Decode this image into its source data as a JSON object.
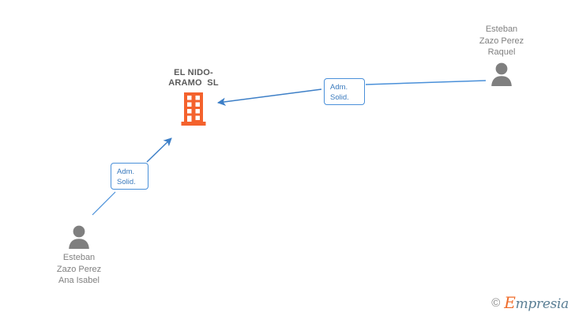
{
  "diagram": {
    "title": "EL NIDO-ARAMO SL corporate relationship map",
    "background_color": "#ffffff",
    "edge_color": "#4a90d9",
    "company_color": "#f4622d",
    "person_color": "#7f7f7f",
    "label_text_color": "#3a7abd",
    "company_title_color": "#5a5a5a"
  },
  "company": {
    "name_line1": "EL NIDO-",
    "name_line2": "ARAMO  SL",
    "icon": "office-building-icon"
  },
  "people": [
    {
      "id": "person-top-right",
      "name": "Esteban\nZazo Perez\nRaquel",
      "icon": "person-icon",
      "label_position": "above"
    },
    {
      "id": "person-bottom-left",
      "name": "Esteban\nZazo Perez\nAna Isabel",
      "icon": "person-icon",
      "label_position": "below"
    }
  ],
  "relations": [
    {
      "id": "relation-top-right",
      "from": "person-top-right",
      "to": "company",
      "label": "Adm.\nSolid."
    },
    {
      "id": "relation-bottom-left",
      "from": "person-bottom-left",
      "to": "company",
      "label": "Adm.\nSolid."
    }
  ],
  "watermark": {
    "copyright": "©",
    "brand_initial": "E",
    "brand_rest": "mpresia"
  }
}
